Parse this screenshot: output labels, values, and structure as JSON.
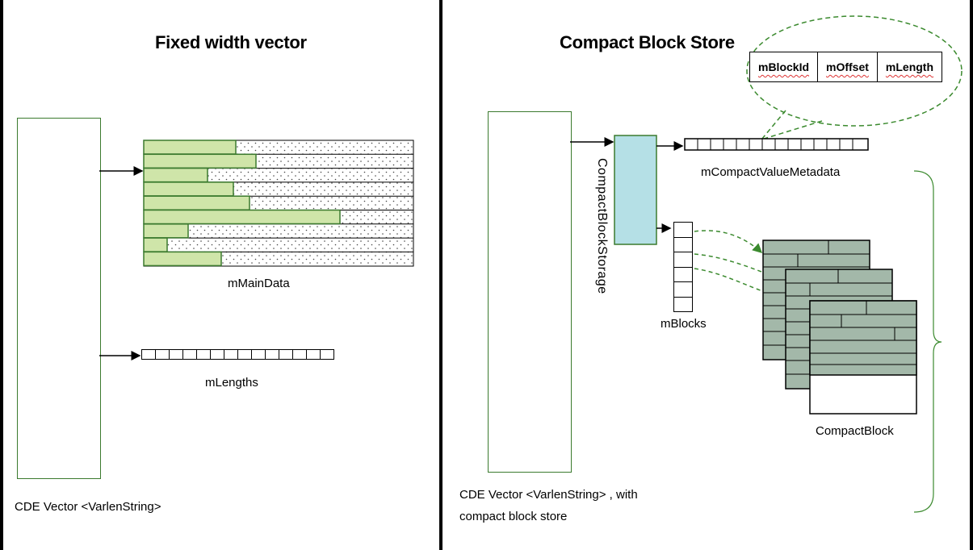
{
  "left": {
    "title": "Fixed width vector",
    "main_data_label": "mMainData",
    "lengths_label": "mLengths",
    "vector_label": "CDE Vector <VarlenString>"
  },
  "right": {
    "title": "Compact Block Store",
    "storage_label": "CompactBlockStorage",
    "metadata_label": "mCompactValueMetadata",
    "blocks_label": "mBlocks",
    "compact_block_label": "CompactBlock",
    "vector_label_line1": "CDE Vector <VarlenString> , with",
    "vector_label_line2": "compact block store",
    "metadata_fields": [
      "mBlockId",
      "mOffset",
      "mLength"
    ]
  },
  "colors": {
    "green_fill": "#cfe5a9",
    "green_border": "#3b7a2e",
    "storage_fill": "#b5e0e6",
    "block_fill": "#a3b8a9",
    "arrow_dashed": "#3b8a2e"
  }
}
